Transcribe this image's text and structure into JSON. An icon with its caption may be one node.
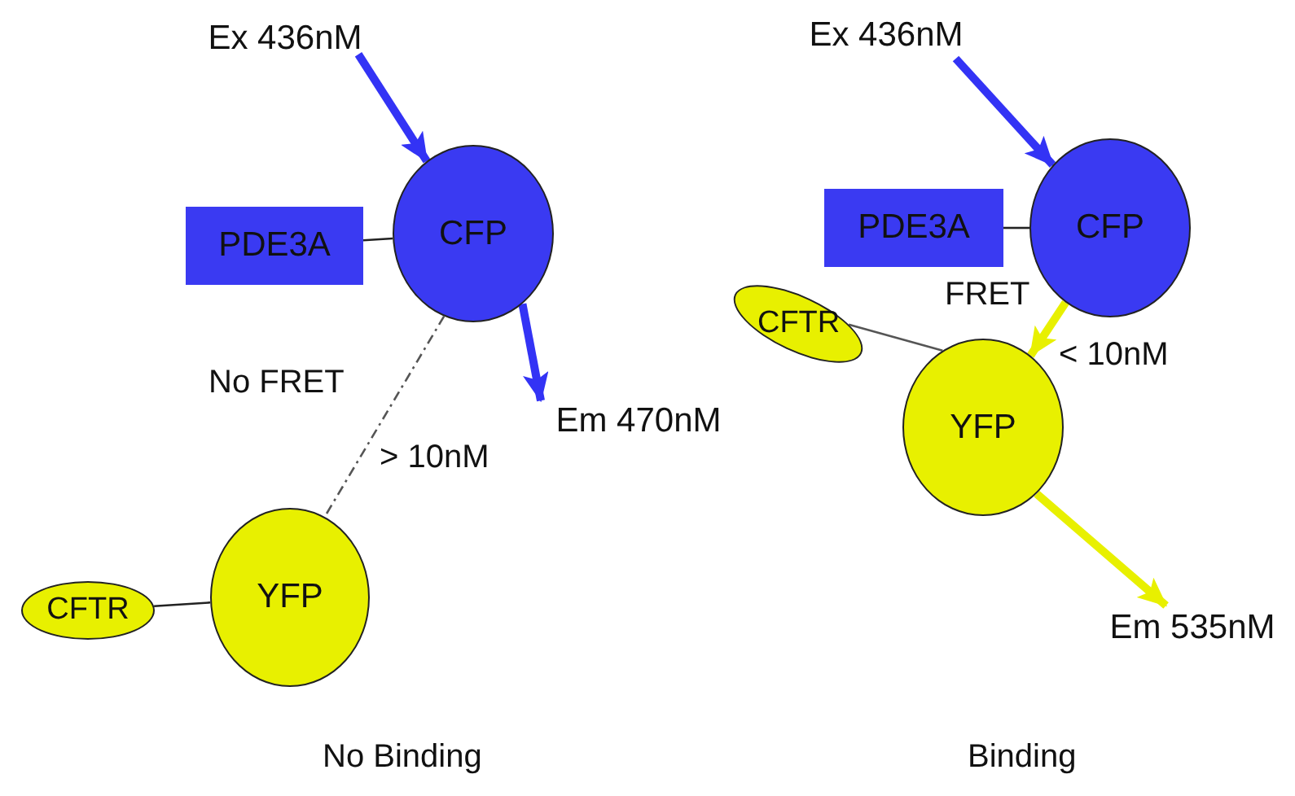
{
  "diagram": {
    "nodes": [
      {
        "text": [
          "Ex 436nM"
        ]
      },
      {
        "text": [
          "PDE3A"
        ]
      },
      {
        "text": [
          "CFP"
        ]
      },
      {
        "text": [
          "Em 470nM"
        ]
      },
      {
        "text": [
          "CFTR"
        ]
      },
      {
        "text": [
          "YFP"
        ]
      },
      {
        "text": [
          "Ex 436nM"
        ]
      },
      {
        "text": [
          "PDE3A"
        ]
      },
      {
        "text": [
          "CFP"
        ]
      },
      {
        "text": [
          "CFTR"
        ]
      },
      {
        "text": [
          "YFP"
        ]
      },
      {
        "text": [
          "Em 535nM"
        ]
      }
    ],
    "edges": [
      {
        "from": 0,
        "to": 2,
        "arrow": "to",
        "style": "thick",
        "color": "#3333f5"
      },
      {
        "from": 1,
        "to": 2,
        "arrow": "none",
        "color": "#222222"
      },
      {
        "from": 2,
        "to": 3,
        "arrow": "to",
        "style": "thick",
        "color": "#3333f5"
      },
      {
        "from": 2,
        "to": 5,
        "arrow": "none",
        "style": "dashed",
        "color": "#555555"
      },
      {
        "from": 4,
        "to": 5,
        "arrow": "none",
        "color": "#222222"
      },
      {
        "from": 6,
        "to": 8,
        "arrow": "to",
        "style": "thick",
        "color": "#3333f5"
      },
      {
        "from": 7,
        "to": 8,
        "arrow": "none",
        "color": "#222222"
      },
      {
        "from": 8,
        "to": 10,
        "arrow": "to",
        "style": "thick",
        "color": "#e8f000"
      },
      {
        "from": 9,
        "to": 10,
        "arrow": "none",
        "color": "#555555"
      },
      {
        "from": 10,
        "to": 11,
        "arrow": "to",
        "style": "thick",
        "color": "#e8f000"
      }
    ],
    "labels": [
      "No FRET",
      "> 10nM",
      "No Binding",
      "FRET",
      "< 10nM",
      "Binding"
    ]
  }
}
